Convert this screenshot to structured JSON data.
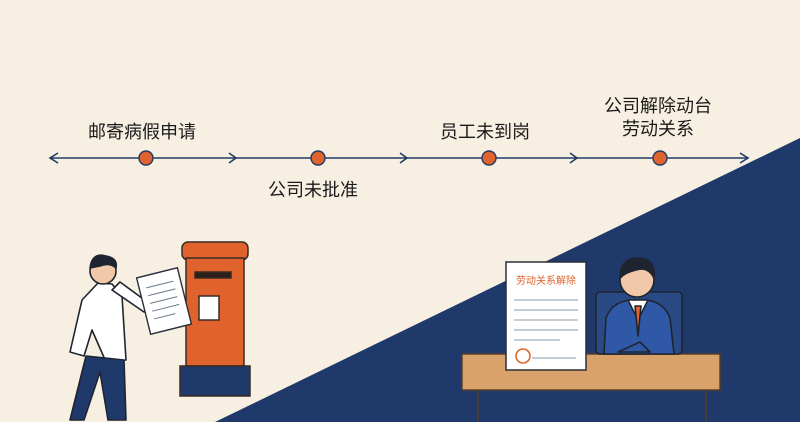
{
  "timeline": {
    "steps": [
      {
        "label": "邮寄病假申请"
      },
      {
        "label": "公司未批准"
      },
      {
        "label": "员工未到岗"
      },
      {
        "label": "公司解除动台"
      },
      {
        "label": "劳动关系"
      }
    ]
  },
  "document": {
    "title": "劳动关系解除"
  },
  "colors": {
    "background": "#f7f0e2",
    "navy": "#20396b",
    "accent": "#e0622d",
    "desk": "#d9a26a"
  }
}
